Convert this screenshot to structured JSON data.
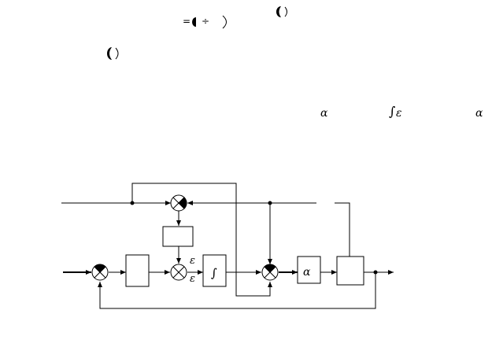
{
  "text_fragments": {
    "formula_eq": "=",
    "formula_div": "÷",
    "alpha": "α",
    "integral": "∫",
    "epsilon": "ε"
  },
  "diagram": {
    "alpha_block": "α",
    "integral_block": "∫",
    "epsilon_upper": "ε",
    "epsilon_lower": "ε"
  }
}
